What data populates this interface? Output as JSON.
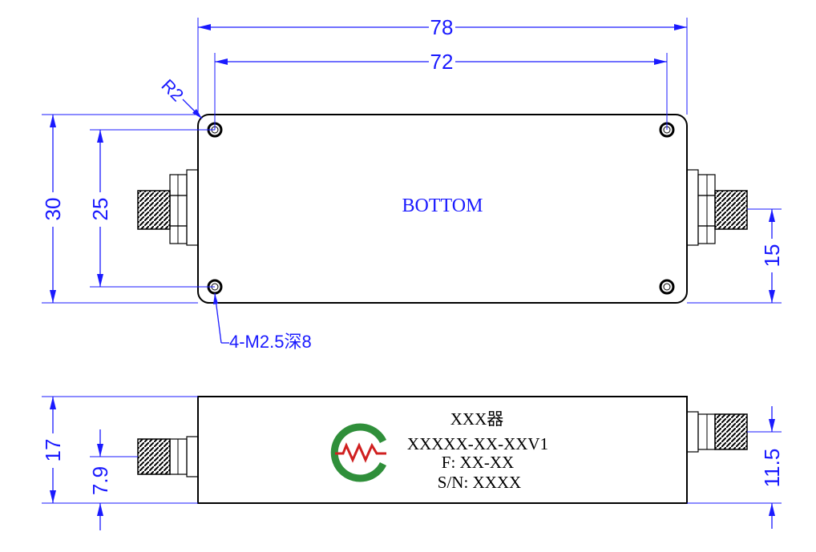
{
  "top_view": {
    "label": "BOTTOM",
    "dims": {
      "overall_length": "78",
      "hole_spacing_x": "72",
      "height": "30",
      "hole_spacing_y": "25",
      "connector_offset": "15",
      "corner_radius": "R2"
    },
    "hole_callout": "4-M2.5深8"
  },
  "side_view": {
    "dims": {
      "thickness": "17",
      "left_connector_height": "7.9",
      "right_connector_height": "11.5"
    },
    "nameplate": {
      "line1": "XXX器",
      "line2": "XXXXX-XX-XXV1",
      "line3": "F: XX-XX",
      "line4": "S/N: XXXX"
    }
  },
  "colors": {
    "outline": "#000000",
    "dimension": "#1a1aff",
    "logo_green": "#2f8f3a",
    "logo_red": "#d02020"
  }
}
